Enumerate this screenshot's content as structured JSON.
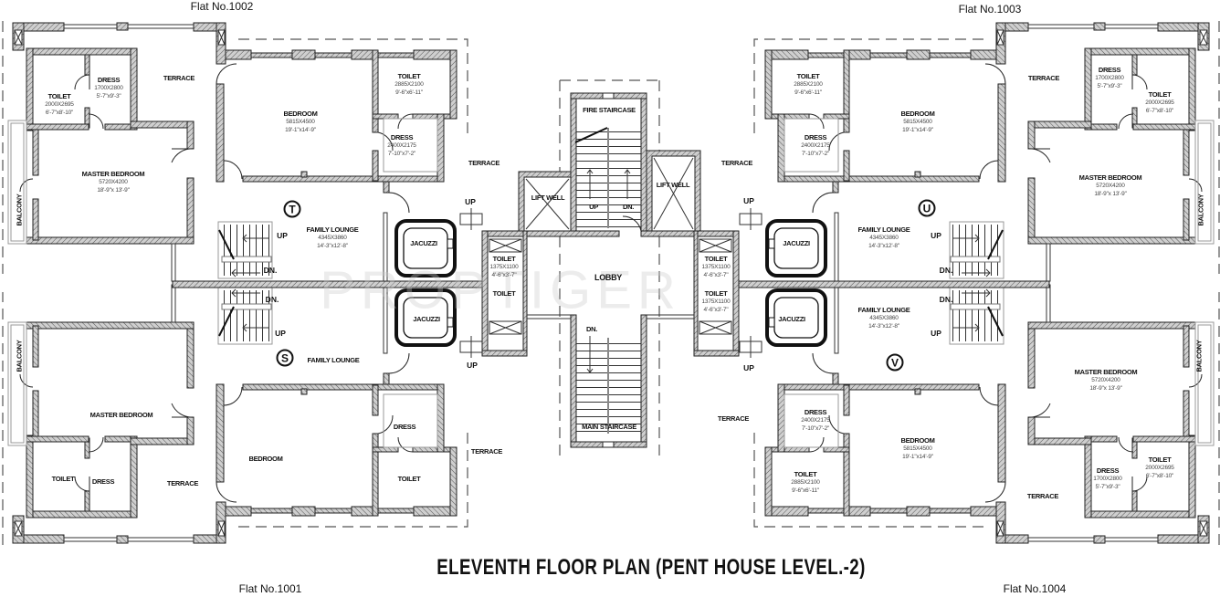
{
  "title": "ELEVENTH FLOOR PLAN (PENT HOUSE LEVEL.-2)",
  "watermark": "PROPTIGER",
  "flats": [
    {
      "name": "Flat No.1002",
      "code": "T",
      "rooms": [
        {
          "name": "TOILET",
          "metric": "2000X2695",
          "imperial": "6'-7\"x8'-10\""
        },
        {
          "name": "DRESS",
          "metric": "1700X2800",
          "imperial": "5'-7\"x9'-3\""
        },
        {
          "name": "TERRACE"
        },
        {
          "name": "BEDROOM",
          "metric": "5815X4500",
          "imperial": "19'-1\"x14'-9\""
        },
        {
          "name": "TOILET",
          "metric": "2885X2100",
          "imperial": "9'-6\"x6'-11\""
        },
        {
          "name": "DRESS",
          "metric": "2400X2175",
          "imperial": "7'-10\"x7'-2\""
        },
        {
          "name": "MASTER BEDROOM",
          "metric": "5720X4200",
          "imperial": "18'-9\"x 13'-9\""
        },
        {
          "name": "BALCONY"
        },
        {
          "name": "TERRACE"
        },
        {
          "name": "FAMILY LOUNGE",
          "metric": "4345X3860",
          "imperial": "14'-3\"x12'-8\""
        },
        {
          "name": "JACUZZI"
        }
      ],
      "markers": [
        "UP",
        "DN.",
        "UP"
      ]
    },
    {
      "name": "Flat No.1003",
      "code": "U",
      "rooms": [
        {
          "name": "TOILET",
          "metric": "2885X2100",
          "imperial": "9'-6\"x6'-11\""
        },
        {
          "name": "DRESS",
          "metric": "2400X2175",
          "imperial": "7'-10\"x7'-2\""
        },
        {
          "name": "BEDROOM",
          "metric": "5815X4500",
          "imperial": "19'-1\"x14'-9\""
        },
        {
          "name": "TERRACE"
        },
        {
          "name": "DRESS",
          "metric": "1700X2800",
          "imperial": "5'-7\"x9'-3\""
        },
        {
          "name": "TOILET",
          "metric": "2000X2695",
          "imperial": "6'-7\"x8'-10\""
        },
        {
          "name": "MASTER BEDROOM",
          "metric": "5720X4200",
          "imperial": "18'-9\"x 13'-9\""
        },
        {
          "name": "BALCONY"
        },
        {
          "name": "TERRACE"
        },
        {
          "name": "FAMILY LOUNGE",
          "metric": "4345X3860",
          "imperial": "14'-3\"x12'-8\""
        },
        {
          "name": "JACUZZI"
        }
      ],
      "markers": [
        "UP",
        "UP",
        "DN."
      ]
    },
    {
      "name": "Flat No.1001",
      "code": "S",
      "rooms": [
        {
          "name": "FAMILY LOUNGE"
        },
        {
          "name": "JACUZZI"
        },
        {
          "name": "BALCONY"
        },
        {
          "name": "MASTER BEDROOM"
        },
        {
          "name": "TOILET"
        },
        {
          "name": "DRESS"
        },
        {
          "name": "TERRACE"
        },
        {
          "name": "BEDROOM"
        },
        {
          "name": "DRESS"
        },
        {
          "name": "TOILET"
        },
        {
          "name": "TERRACE"
        }
      ],
      "markers": [
        "DN.",
        "UP",
        "UP"
      ]
    },
    {
      "name": "Flat No.1004",
      "code": "V",
      "rooms": [
        {
          "name": "JACUZZI"
        },
        {
          "name": "FAMILY LOUNGE",
          "metric": "4345X3860",
          "imperial": "14'-3\"x12'-8\""
        },
        {
          "name": "TERRACE"
        },
        {
          "name": "DRESS",
          "metric": "2400X2175",
          "imperial": "7'-10\"x7'-2\""
        },
        {
          "name": "TOILET",
          "metric": "2885X2100",
          "imperial": "9'-6\"x6'-11\""
        },
        {
          "name": "BEDROOM",
          "metric": "5815X4500",
          "imperial": "19'-1\"x14'-9\""
        },
        {
          "name": "MASTER BEDROOM",
          "metric": "5720X4200",
          "imperial": "18'-9\"x 13'-9\""
        },
        {
          "name": "BALCONY"
        },
        {
          "name": "DRESS",
          "metric": "1700X2800",
          "imperial": "5'-7\"x9'-3\""
        },
        {
          "name": "TOILET",
          "metric": "2000X2695",
          "imperial": "6'-7\"x8'-10\""
        },
        {
          "name": "TERRACE"
        }
      ],
      "markers": [
        "DN.",
        "UP",
        "UP"
      ]
    }
  ],
  "core": {
    "fire_staircase": "FIRE STAIRCASE",
    "lift_well_left": "LIFT WELL",
    "lift_well_right": "LIFT WELL",
    "fire_up": "UP",
    "fire_dn": "DN.",
    "lobby": "LOBBY",
    "toilets": [
      {
        "name": "TOILET",
        "metric": "1375X1100",
        "imperial": "4'-6\"x3'-7\""
      },
      {
        "name": "TOILET"
      },
      {
        "name": "TOILET",
        "metric": "1375X1100",
        "imperial": "4'-6\"x3'-7\""
      },
      {
        "name": "TOILET",
        "metric": "1375X1100",
        "imperial": "4'-6\"x3'-7\""
      }
    ],
    "main_dn": "DN.",
    "main_staircase": "MAIN STAIRCASE"
  }
}
